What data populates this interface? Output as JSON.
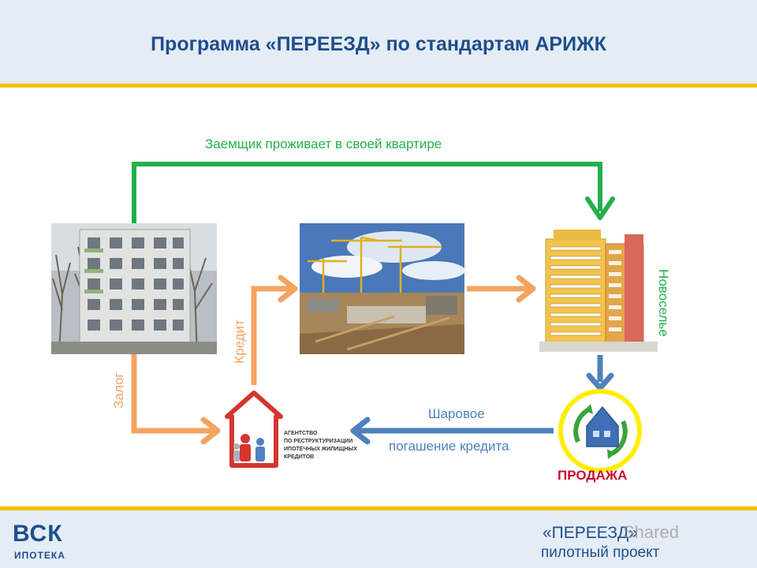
{
  "title": "Программа «ПЕРЕЕЗД» по стандартам АРИЖК",
  "flow": {
    "top_label": "Заемщик проживает в своей квартире",
    "zalog": "Залог",
    "kredit": "Кредит",
    "novosele": "Новоселье",
    "repay_line1": "Шаровое",
    "repay_line2": "погашение кредита",
    "sale": "ПРОДАЖА"
  },
  "agency": {
    "lines": [
      "АГЕНТСТВО",
      "ПО РЕСТРУКТУРИЗАЦИИ",
      "ИПОТЕЧНЫХ ЖИЛИЩНЫХ",
      "КРЕДИТОВ"
    ]
  },
  "footer": {
    "logo_main": "ВСК",
    "logo_sub": "ИПОТЕКА",
    "project_name": "«ПЕРЕЕЗД»",
    "project_sub": "пилотный проект",
    "watermark": "Shared"
  },
  "colors": {
    "green": "#22b04b",
    "orange": "#f4a460",
    "blue": "#4f81bd",
    "yellow": "#ffee00",
    "title_blue": "#1f4e8c",
    "sale_red": "#c8102e"
  }
}
